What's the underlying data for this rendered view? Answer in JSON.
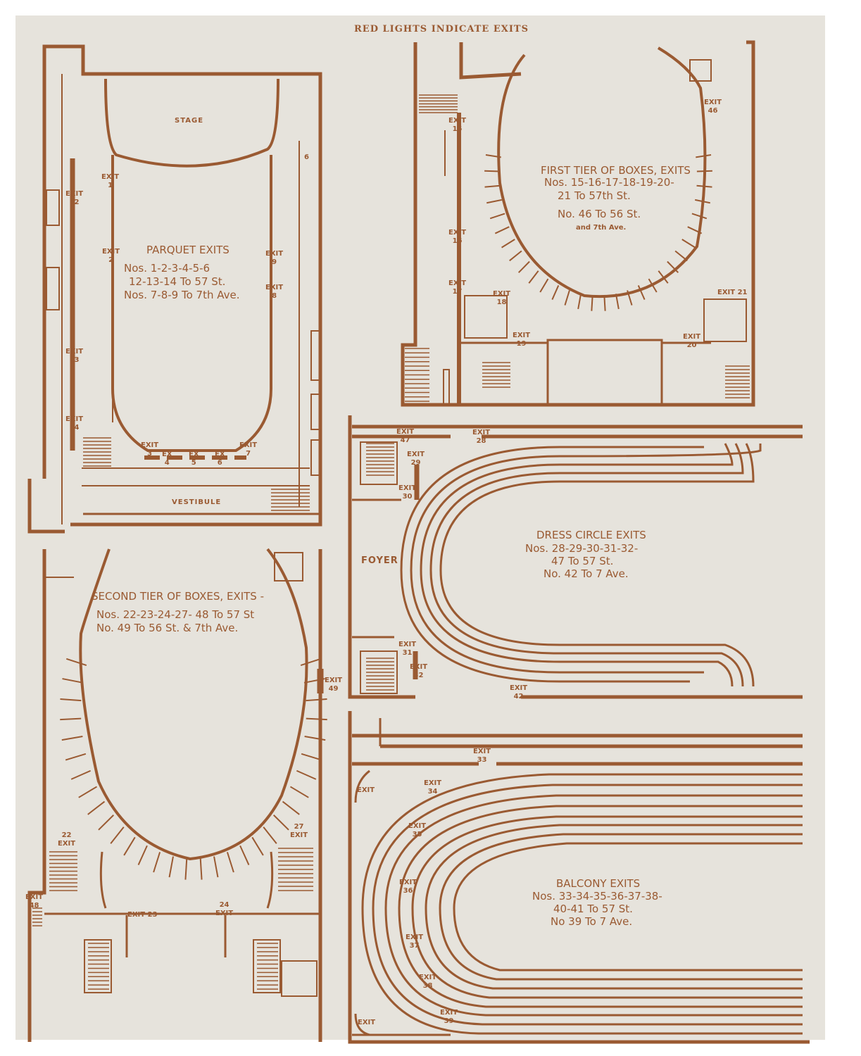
{
  "header": "RED LIGHTS INDICATE EXITS",
  "colors": {
    "ink": "#9a5a32",
    "paper": "#e6e3dc"
  },
  "parquet": {
    "stage": "STAGE",
    "vestibule": "VESTIBULE",
    "title": "PARQUET EXITS",
    "lines": [
      "Nos. 1-2-3-4-5-6",
      "12-13-14 To 57 St.",
      "Nos. 7-8-9 To 7th Ave."
    ],
    "exit_word": "EXIT",
    "ex_word": "EX",
    "exits": [
      "1",
      "2",
      "3",
      "4",
      "5",
      "6",
      "7",
      "8",
      "9",
      "12",
      "13",
      "14"
    ],
    "mark": "6"
  },
  "first_tier": {
    "title": "FIRST TIER OF BOXES, EXITS",
    "lines": [
      "Nos. 15-16-17-18-19-20-",
      "21 To 57th St.",
      "No. 46 To 56 St.",
      "and 7th Ave."
    ],
    "exit_word": "EXIT",
    "exits": [
      "15",
      "16",
      "17",
      "18",
      "19",
      "20",
      "46"
    ],
    "exit21": "EXIT 21"
  },
  "second_tier": {
    "title": "SECOND TIER OF BOXES, EXITS -",
    "lines": [
      "Nos. 22-23-24-27- 48 To 57 St",
      "No. 49 To 56 St. & 7th Ave."
    ],
    "exit_word": "EXIT",
    "exits": [
      "22",
      "24",
      "27",
      "48",
      "49"
    ],
    "exit23": "EXIT 23"
  },
  "dress_circle": {
    "foyer": "FOYER",
    "title": "DRESS CIRCLE EXITS",
    "lines": [
      "Nos. 28-29-30-31-32-",
      "47 To 57 St.",
      "No. 42 To 7 Ave."
    ],
    "exit_word": "EXIT",
    "exits": [
      "28",
      "29",
      "30",
      "31",
      "32",
      "42",
      "47"
    ]
  },
  "balcony": {
    "title": "BALCONY EXITS",
    "lines": [
      "Nos. 33-34-35-36-37-38-",
      "40-41 To 57 St.",
      "No 39 To 7 Ave."
    ],
    "exit_word": "EXIT",
    "exits": [
      "33",
      "34",
      "35",
      "36",
      "37",
      "38",
      "39"
    ]
  }
}
